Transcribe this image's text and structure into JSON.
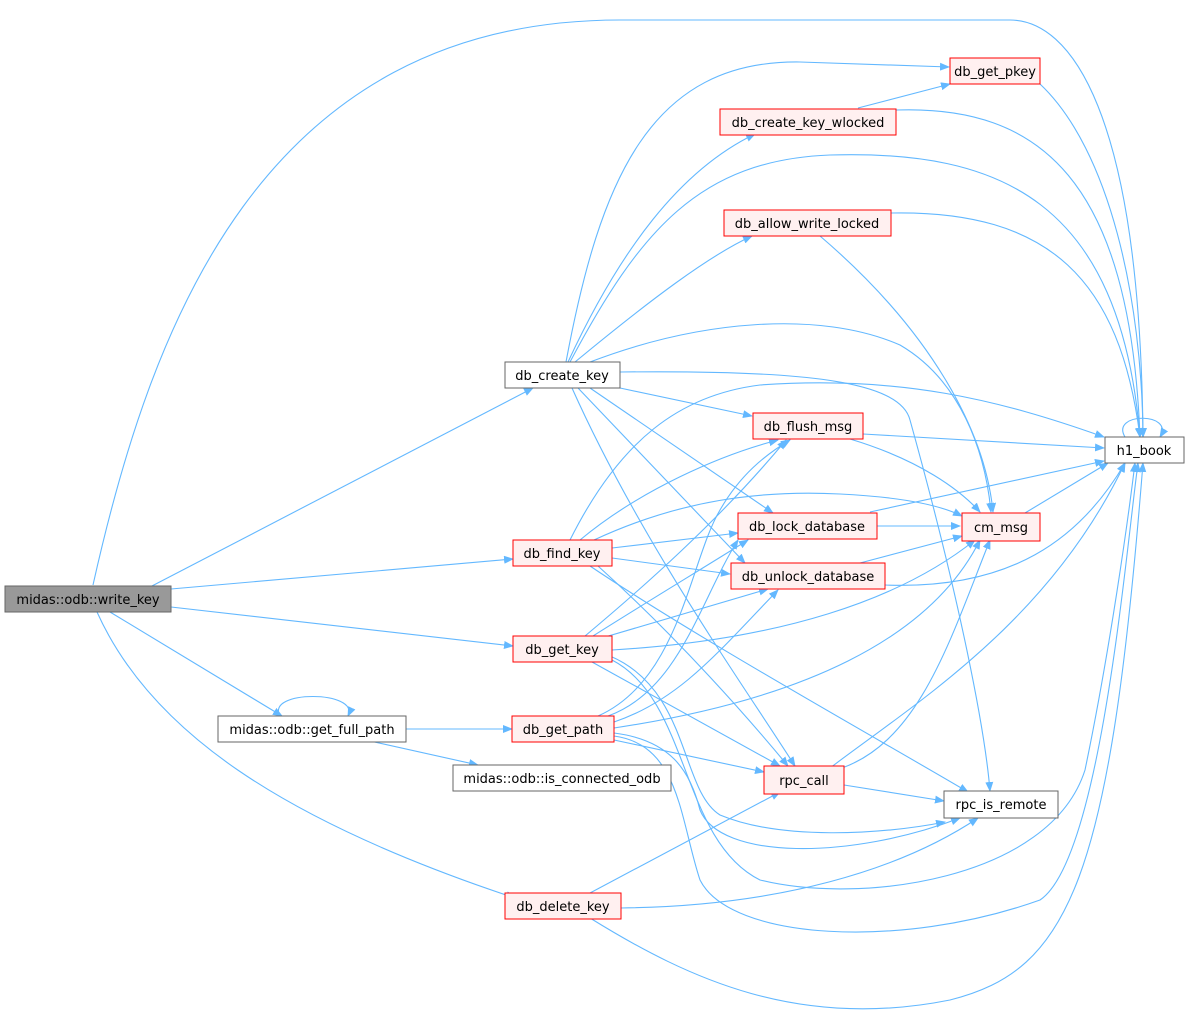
{
  "colors": {
    "edge": "#63b8ff",
    "root_fill": "#999999",
    "root_border": "#666666",
    "red_fill": "#fff0f0",
    "red_border": "#ff0000",
    "plain_fill": "#ffffff",
    "plain_border": "#666666"
  },
  "nodes": [
    {
      "id": "write_key",
      "label": "midas::odb::write_key",
      "style": "root"
    },
    {
      "id": "create_key",
      "label": "db_create_key",
      "style": "plain"
    },
    {
      "id": "get_pkey",
      "label": "db_get_pkey",
      "style": "red"
    },
    {
      "id": "create_key_wlocked",
      "label": "db_create_key_wlocked",
      "style": "red"
    },
    {
      "id": "allow_write",
      "label": "db_allow_write_locked",
      "style": "red"
    },
    {
      "id": "flush_msg",
      "label": "db_flush_msg",
      "style": "red"
    },
    {
      "id": "h1_book",
      "label": "h1_book",
      "style": "plain"
    },
    {
      "id": "lock_db",
      "label": "db_lock_database",
      "style": "red"
    },
    {
      "id": "cm_msg",
      "label": "cm_msg",
      "style": "red"
    },
    {
      "id": "find_key",
      "label": "db_find_key",
      "style": "red"
    },
    {
      "id": "unlock_db",
      "label": "db_unlock_database",
      "style": "red"
    },
    {
      "id": "get_key",
      "label": "db_get_key",
      "style": "red"
    },
    {
      "id": "get_full_path",
      "label": "midas::odb::get_full_path",
      "style": "plain"
    },
    {
      "id": "get_path",
      "label": "db_get_path",
      "style": "red"
    },
    {
      "id": "is_connected",
      "label": "midas::odb::is_connected_odb",
      "style": "plain"
    },
    {
      "id": "rpc_call",
      "label": "rpc_call",
      "style": "red"
    },
    {
      "id": "rpc_is_remote",
      "label": "rpc_is_remote",
      "style": "plain"
    },
    {
      "id": "delete_key",
      "label": "db_delete_key",
      "style": "red"
    }
  ],
  "edges": [
    {
      "from": "write_key",
      "to": "h1_book"
    },
    {
      "from": "write_key",
      "to": "create_key"
    },
    {
      "from": "write_key",
      "to": "find_key"
    },
    {
      "from": "write_key",
      "to": "get_key"
    },
    {
      "from": "write_key",
      "to": "get_full_path"
    },
    {
      "from": "write_key",
      "to": "delete_key"
    },
    {
      "from": "create_key",
      "to": "get_pkey"
    },
    {
      "from": "create_key",
      "to": "create_key_wlocked"
    },
    {
      "from": "create_key",
      "to": "h1_book"
    },
    {
      "from": "create_key",
      "to": "allow_write"
    },
    {
      "from": "create_key",
      "to": "cm_msg"
    },
    {
      "from": "create_key",
      "to": "flush_msg"
    },
    {
      "from": "create_key",
      "to": "lock_db"
    },
    {
      "from": "create_key",
      "to": "unlock_db"
    },
    {
      "from": "create_key",
      "to": "rpc_call"
    },
    {
      "from": "create_key",
      "to": "rpc_is_remote"
    },
    {
      "from": "create_key_wlocked",
      "to": "get_pkey"
    },
    {
      "from": "create_key_wlocked",
      "to": "h1_book"
    },
    {
      "from": "get_pkey",
      "to": "h1_book"
    },
    {
      "from": "allow_write",
      "to": "h1_book"
    },
    {
      "from": "allow_write",
      "to": "cm_msg"
    },
    {
      "from": "flush_msg",
      "to": "h1_book"
    },
    {
      "from": "flush_msg",
      "to": "cm_msg"
    },
    {
      "from": "lock_db",
      "to": "cm_msg"
    },
    {
      "from": "lock_db",
      "to": "h1_book"
    },
    {
      "from": "unlock_db",
      "to": "cm_msg"
    },
    {
      "from": "unlock_db",
      "to": "h1_book"
    },
    {
      "from": "cm_msg",
      "to": "h1_book"
    },
    {
      "from": "h1_book",
      "to": "h1_book"
    },
    {
      "from": "find_key",
      "to": "h1_book"
    },
    {
      "from": "find_key",
      "to": "flush_msg"
    },
    {
      "from": "find_key",
      "to": "cm_msg"
    },
    {
      "from": "find_key",
      "to": "lock_db"
    },
    {
      "from": "find_key",
      "to": "unlock_db"
    },
    {
      "from": "find_key",
      "to": "rpc_call"
    },
    {
      "from": "find_key",
      "to": "rpc_is_remote"
    },
    {
      "from": "get_key",
      "to": "flush_msg"
    },
    {
      "from": "get_key",
      "to": "lock_db"
    },
    {
      "from": "get_key",
      "to": "unlock_db"
    },
    {
      "from": "get_key",
      "to": "cm_msg"
    },
    {
      "from": "get_key",
      "to": "rpc_call"
    },
    {
      "from": "get_key",
      "to": "rpc_is_remote"
    },
    {
      "from": "get_key",
      "to": "h1_book"
    },
    {
      "from": "get_full_path",
      "to": "get_full_path"
    },
    {
      "from": "get_full_path",
      "to": "get_path"
    },
    {
      "from": "get_full_path",
      "to": "is_connected"
    },
    {
      "from": "get_path",
      "to": "flush_msg"
    },
    {
      "from": "get_path",
      "to": "lock_db"
    },
    {
      "from": "get_path",
      "to": "unlock_db"
    },
    {
      "from": "get_path",
      "to": "cm_msg"
    },
    {
      "from": "get_path",
      "to": "rpc_call"
    },
    {
      "from": "get_path",
      "to": "rpc_is_remote"
    },
    {
      "from": "get_path",
      "to": "h1_book"
    },
    {
      "from": "rpc_call",
      "to": "cm_msg"
    },
    {
      "from": "rpc_call",
      "to": "h1_book"
    },
    {
      "from": "rpc_call",
      "to": "rpc_is_remote"
    },
    {
      "from": "delete_key",
      "to": "rpc_call"
    },
    {
      "from": "delete_key",
      "to": "rpc_is_remote"
    },
    {
      "from": "delete_key",
      "to": "h1_book"
    }
  ]
}
